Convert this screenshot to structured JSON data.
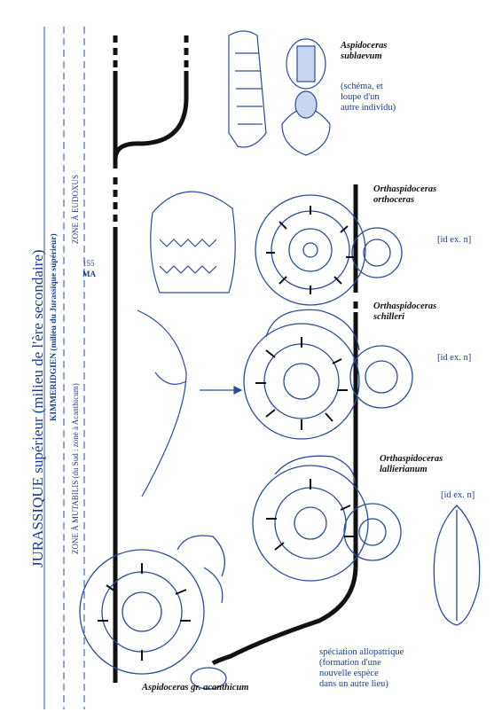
{
  "side": {
    "era_title": "JURASSIQUE supérieur (milieu de l'ère secondaire)",
    "stage": "KIMMERIDGIEN (milieu du Jurassique supérieur)",
    "zone_left": "ZONE À MUTABILIS (du Sud : zone à Acanthicum)",
    "zone_right": "ZONE À EUDOXUS",
    "age_value": "155",
    "age_unit": "MA"
  },
  "labels": {
    "top_species_1": "Aspidoceras",
    "top_species_2": "sublaevum",
    "top_note_1": "(schéma, et",
    "top_note_2": "loupe d'un",
    "top_note_3": "autre individu)",
    "sp1_1": "Orthaspidoceras",
    "sp1_2": "orthoceras",
    "sp2_1": "Orthaspidoceras",
    "sp2_2": "schilleri",
    "sp3_1": "Orthaspidoceras",
    "sp3_2": "lallierianum",
    "bracket_1": "[id ex. n]",
    "bracket_2": "[id ex. n]",
    "bracket_3": "[id ex. n]",
    "bottom_species": "Aspidoceras gr. acanthicum",
    "footnote_1": "spéciation allopatrique",
    "footnote_2": "(formation d'une",
    "footnote_3": "nouvelle espèce",
    "footnote_4": "dans un autre lieu)"
  }
}
